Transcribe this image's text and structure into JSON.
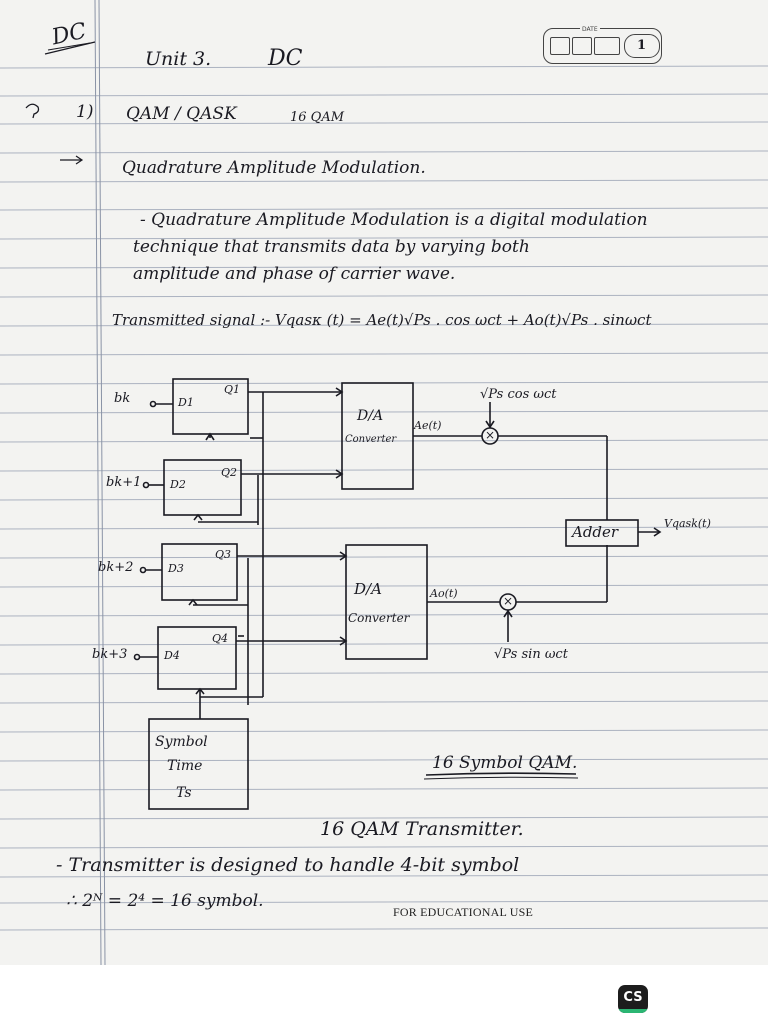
{
  "page": {
    "corner_tag": "DC",
    "header": {
      "unit": "Unit 3.",
      "subject": "DC"
    },
    "date_box": {
      "label": "DATE",
      "page_no": "1"
    },
    "question": {
      "num": "1)",
      "topic": "QAM / QASK",
      "variant": "16 QAM"
    },
    "heading": "Quadrature Amplitude Modulation.",
    "definition": [
      "- Quadrature Amplitude Modulation is a digital modulation",
      "technique that transmits data by varying both",
      "amplitude and phase of carrier wave."
    ],
    "transmitted_signal": "Transmitted signal :- Vqasκ (t) = Ae(t)√Ps . cos ωct  +  Ao(t)√Ps . sinωct"
  },
  "diagram": {
    "inputs": [
      "bk",
      "bk+1",
      "bk+2",
      "bk+3"
    ],
    "flipflops": [
      {
        "d": "D1",
        "q": "Q1"
      },
      {
        "d": "D2",
        "q": "Q2"
      },
      {
        "d": "D3",
        "q": "Q3"
      },
      {
        "d": "D4",
        "q": "Q4"
      }
    ],
    "converter_top": {
      "line1": "D/A",
      "line2": "Converter",
      "out": "Ae(t)"
    },
    "converter_bottom": {
      "line1": "D/A",
      "line2": "Converter",
      "out": "Ao(t)"
    },
    "carrier_cos": "√Ps cos ωct",
    "carrier_sin": "√Ps sin ωct",
    "multiplier": "×",
    "adder": "Adder",
    "output": "Vqask(t)",
    "symbol_time": [
      "Symbol",
      "Time",
      "Ts"
    ],
    "caption_symbol": "16 Symbol QAM.",
    "caption_main": "16 QAM Transmitter."
  },
  "notes": [
    "- Transmitter is designed to handle 4-bit symbol",
    "∴ 2ᴺ = 2⁴ = 16 symbol."
  ],
  "footer": "FOR EDUCATIONAL USE",
  "scanner_badge": "CS"
}
